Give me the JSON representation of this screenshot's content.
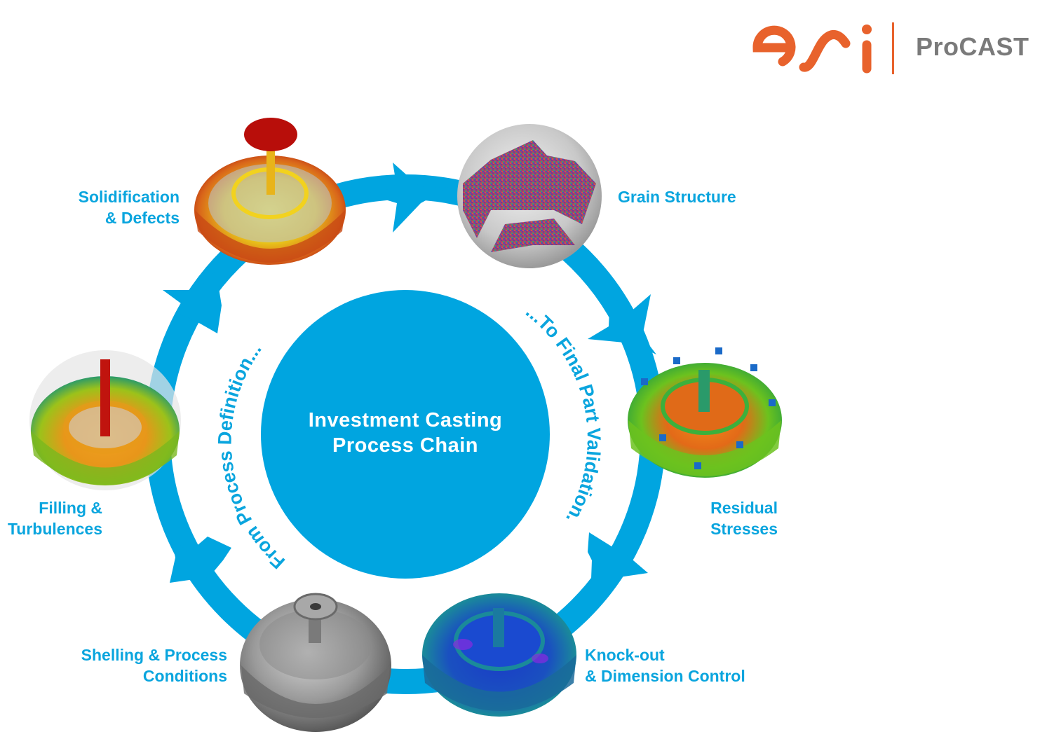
{
  "brand": {
    "logo_text": "esi",
    "product_name": "ProCAST",
    "logo_color": "#e8622c",
    "product_color": "#7a7a7a"
  },
  "diagram": {
    "center_title_line1": "Investment Casting",
    "center_title_line2": "Process Chain",
    "arc_text_left": "From Process Definition...",
    "arc_text_right": "...To Final Part Validation.",
    "accent_color": "#00a5e0",
    "cycle_direction": "clockwise",
    "stages": [
      {
        "id": "solidification",
        "line1": "Solidification",
        "line2": "& Defects",
        "image": "yellow-red thermal simulation of casting cluster"
      },
      {
        "id": "grain",
        "line1": "Grain Structure",
        "line2": "",
        "image": "multicolor grain structure inside transparent sphere"
      },
      {
        "id": "residual",
        "line1": "Residual",
        "line2": "Stresses",
        "image": "green-orange stress map of casting cluster"
      },
      {
        "id": "knockout",
        "line1": "Knock-out",
        "line2": "& Dimension Control",
        "image": "blue displacement map of casting cluster"
      },
      {
        "id": "shelling",
        "line1": "Shelling & Process",
        "line2": "Conditions",
        "image": "grey ceramic shell model"
      },
      {
        "id": "filling",
        "line1": "Filling &",
        "line2": "Turbulences",
        "image": "orange-green filling velocity map"
      }
    ]
  }
}
